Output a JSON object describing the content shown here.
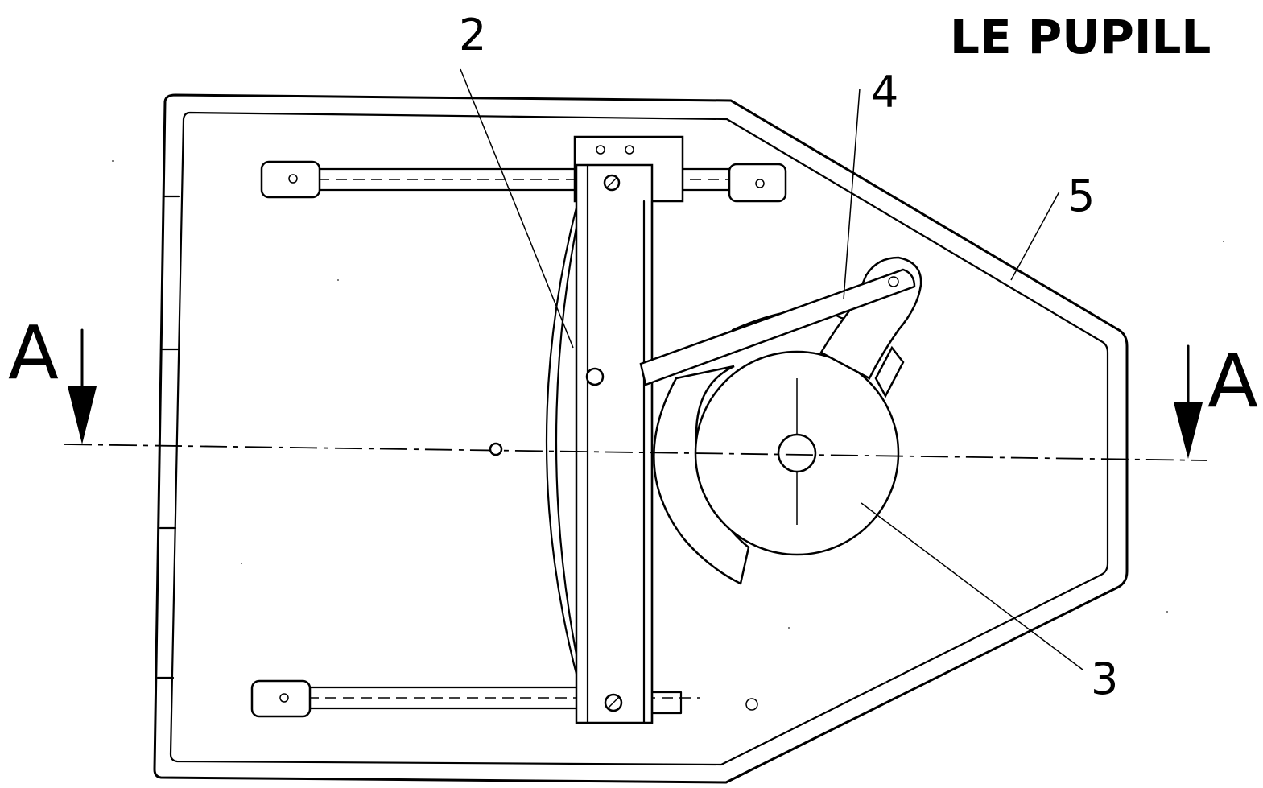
{
  "header": {
    "title_partial": "LE PUPILL"
  },
  "labels": {
    "part_2": "2",
    "part_3": "3",
    "part_4": "4",
    "part_5": "5"
  },
  "section": {
    "left_marker": "A",
    "right_marker": "A"
  },
  "colors": {
    "ink": "#000000",
    "paper": "#ffffff"
  }
}
